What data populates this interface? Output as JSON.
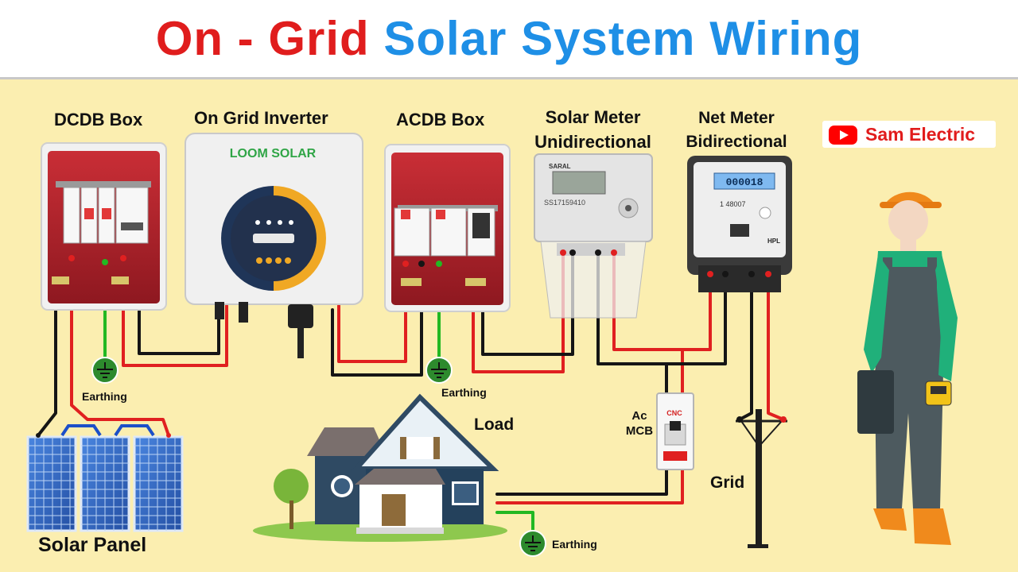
{
  "title": {
    "part1": "On - Grid",
    "part2": "Solar System Wiring"
  },
  "brand": {
    "channel": "Sam Electric",
    "logo_icon": "youtube-play-icon"
  },
  "labels": {
    "dcdb": "DCDB Box",
    "inverter": "On Grid Inverter",
    "acdb": "ACDB Box",
    "solar_meter_line1": "Solar Meter",
    "solar_meter_line2": "Unidirectional",
    "net_meter_line1": "Net Meter",
    "net_meter_line2": "Bidirectional",
    "solar_panel": "Solar Panel",
    "load": "Load",
    "grid": "Grid",
    "ac_mcb_line1": "Ac",
    "ac_mcb_line2": "MCB",
    "earthing_1": "Earthing",
    "earthing_2": "Earthing",
    "earthing_3": "Earthing"
  },
  "inverter_brand": "LOOM SOLAR",
  "mcb_brand": "CNC",
  "meter_text": {
    "solar_meter_brand": "SARAL",
    "solar_meter_serial": "SS17159410",
    "net_meter_display": "000018",
    "net_meter_brand": "HPL",
    "net_meter_serial": "1 48007"
  },
  "colors": {
    "background": "#fbeeb0",
    "title_red": "#e01d1d",
    "title_blue": "#1e8fe6",
    "wire_red": "#e02020",
    "wire_black": "#151515",
    "wire_green": "#22b822",
    "box_red": "#b8202a",
    "panel_blue": "#2f67c8",
    "inverter_navy": "#1f3558",
    "inverter_orange": "#f0a824"
  }
}
